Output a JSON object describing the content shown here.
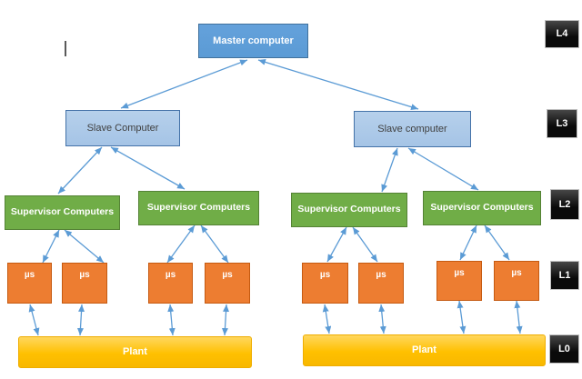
{
  "palette": {
    "master_fill": "#5B9BD5",
    "master_border": "#41719C",
    "slave_fill": "#A5C4E6",
    "slave_border": "#4472A8",
    "supervisor_fill": "#70AD47",
    "supervisor_border": "#548235",
    "micro_fill": "#ED7D31",
    "micro_border": "#C55A11",
    "plant_fill": "#FFC000",
    "level_fill": "#0A0A0A",
    "level_border": "#BFBFBF",
    "arrow": "#5B9BD5"
  },
  "diagram": {
    "master": {
      "label": "Master computer"
    },
    "slaves": [
      {
        "label": "Slave Computer"
      },
      {
        "label": "Slave computer"
      }
    ],
    "supervisors": [
      {
        "label": "Supervisor Computers"
      },
      {
        "label": "Supervisor Computers"
      },
      {
        "label": "Supervisor Computers"
      },
      {
        "label": "Supervisor Computers"
      }
    ],
    "micros": [
      {
        "label": "µs"
      },
      {
        "label": "µs"
      },
      {
        "label": "µs"
      },
      {
        "label": "µs"
      },
      {
        "label": "µs"
      },
      {
        "label": "µs"
      },
      {
        "label": "µs"
      },
      {
        "label": "µs"
      }
    ],
    "plants": [
      {
        "label": "Plant"
      },
      {
        "label": "Plant"
      }
    ],
    "levels": [
      {
        "label": "L4"
      },
      {
        "label": "L3"
      },
      {
        "label": "L2"
      },
      {
        "label": "L1"
      },
      {
        "label": "L0"
      }
    ]
  }
}
